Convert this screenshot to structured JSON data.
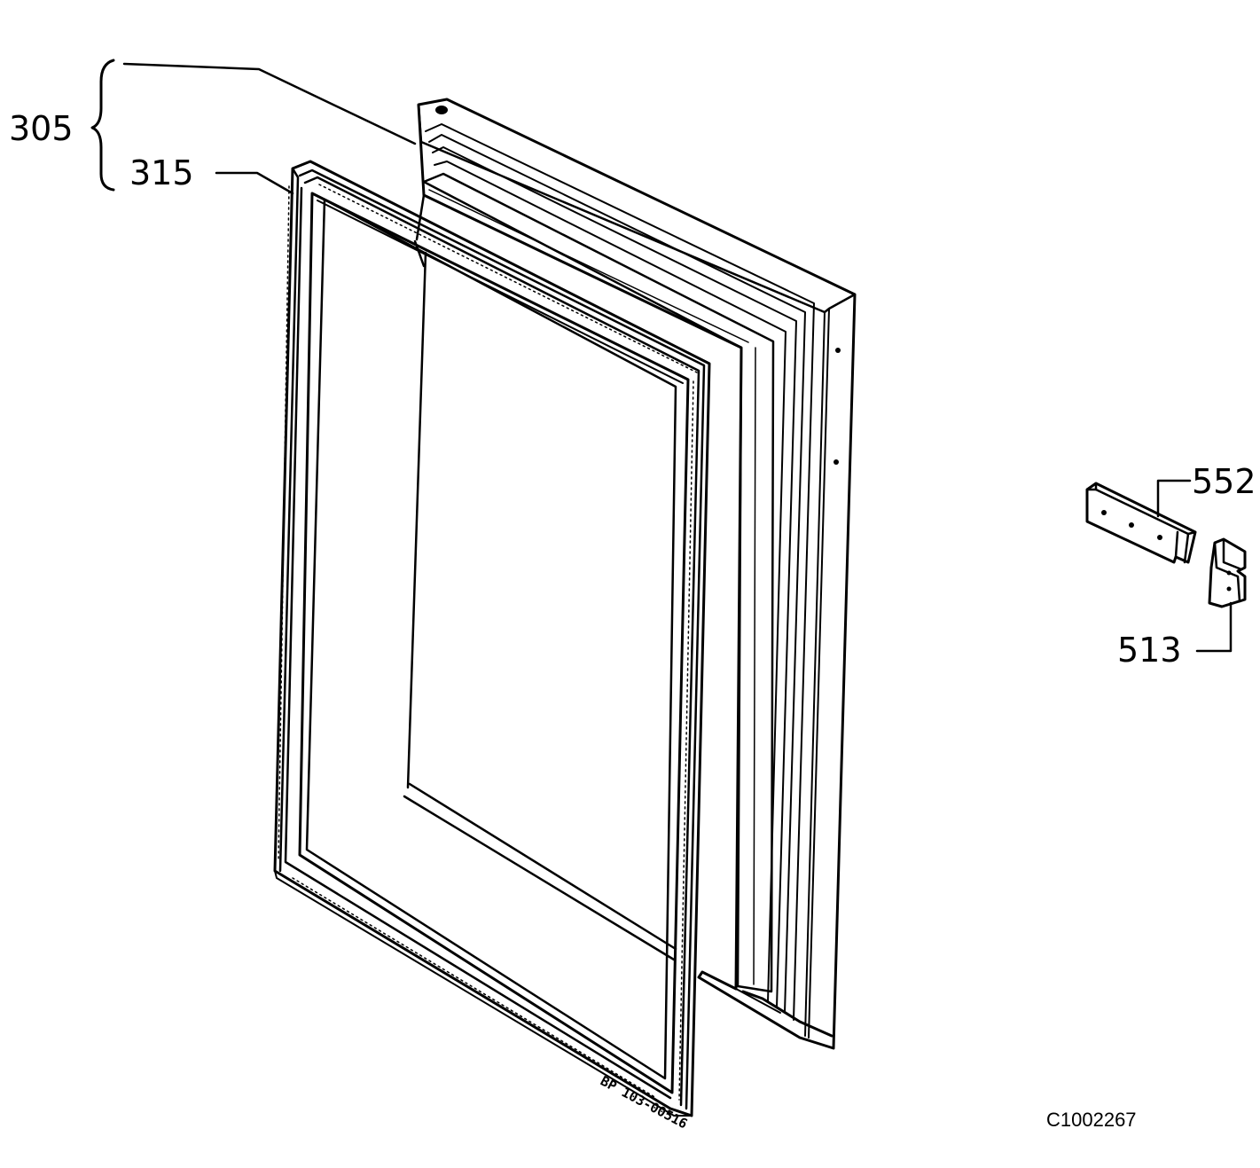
{
  "labels": {
    "door_assembly": "305",
    "door_gasket": "315",
    "hinge_plate": "552",
    "hinge_bracket": "513"
  },
  "drawing_code": "C1002267",
  "stamp_text": "BP 103-00516"
}
